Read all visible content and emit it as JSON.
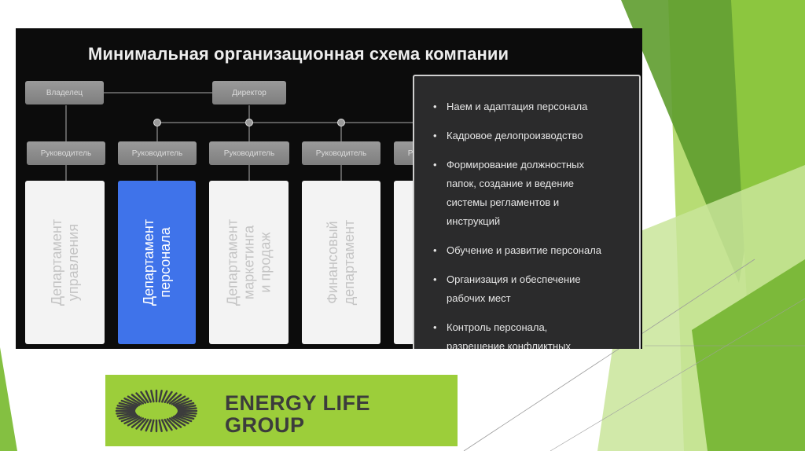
{
  "title": "Минимальная организационная схема компании",
  "top_nodes": [
    {
      "id": "owner",
      "label": "Владелец"
    },
    {
      "id": "director",
      "label": "Директор"
    }
  ],
  "manager_label": "Руководитель",
  "departments": [
    {
      "lines": [
        "Департамент",
        "управления"
      ],
      "active": false
    },
    {
      "lines": [
        "Департамент",
        "персонала"
      ],
      "active": true
    },
    {
      "lines": [
        "Департамент",
        "маркетинга",
        "и продаж"
      ],
      "active": false
    },
    {
      "lines": [
        "Финансовый",
        "департамент"
      ],
      "active": false
    },
    {
      "lines": [],
      "active": false
    }
  ],
  "responsibilities": [
    {
      "lines": [
        "Наем и адаптация персонала"
      ]
    },
    {
      "lines": [
        "Кадровое делопроизводство"
      ]
    },
    {
      "lines": [
        "Формирование должностных",
        "папок, создание и ведение",
        "системы регламентов и",
        "инструкций"
      ]
    },
    {
      "lines": [
        "Обучение и развитие персонала"
      ]
    },
    {
      "lines": [
        "Организация и обеспечение",
        "рабочих мест"
      ]
    },
    {
      "lines": [
        "Контроль персонала,",
        "разрешение конфликтных"
      ]
    }
  ],
  "logo": {
    "lines": [
      "ENERGY LIFE",
      "GROUP"
    ],
    "mark": "sunburst-ring"
  },
  "colors": {
    "panel": "#0c0c0c",
    "active_department": "#3f73ea",
    "node": "#8c8c8c",
    "info_panel": "#2b2b2c",
    "logo_background": "#9cce3a",
    "accent_green": "#8dc63f"
  }
}
